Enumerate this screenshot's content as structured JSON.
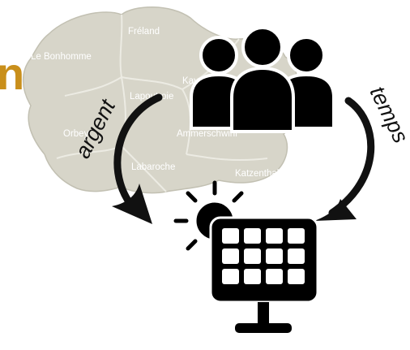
{
  "map": {
    "land_color": "#d7d5c9",
    "border_color": "#c2c0b2",
    "towns": {
      "freland": "Fréland",
      "bonhomme": "Le Bonhomme",
      "kaysersberg": "Kay",
      "katzenthal": "Katzenthal",
      "ammerschwihr": "Ammerschwihr",
      "labaroche": "Labaroche",
      "orbey": "Orbey",
      "lapoutroie": "Lapoutroie"
    }
  },
  "title_fragment": {
    "text": "n",
    "color": "#c98f1b"
  },
  "arrows": {
    "left_label": "argent",
    "right_label": "temps",
    "color": "#111111"
  },
  "icons": {
    "people": "people-group-icon",
    "solar": "solar-panel-icon",
    "sun": "sun-icon"
  }
}
